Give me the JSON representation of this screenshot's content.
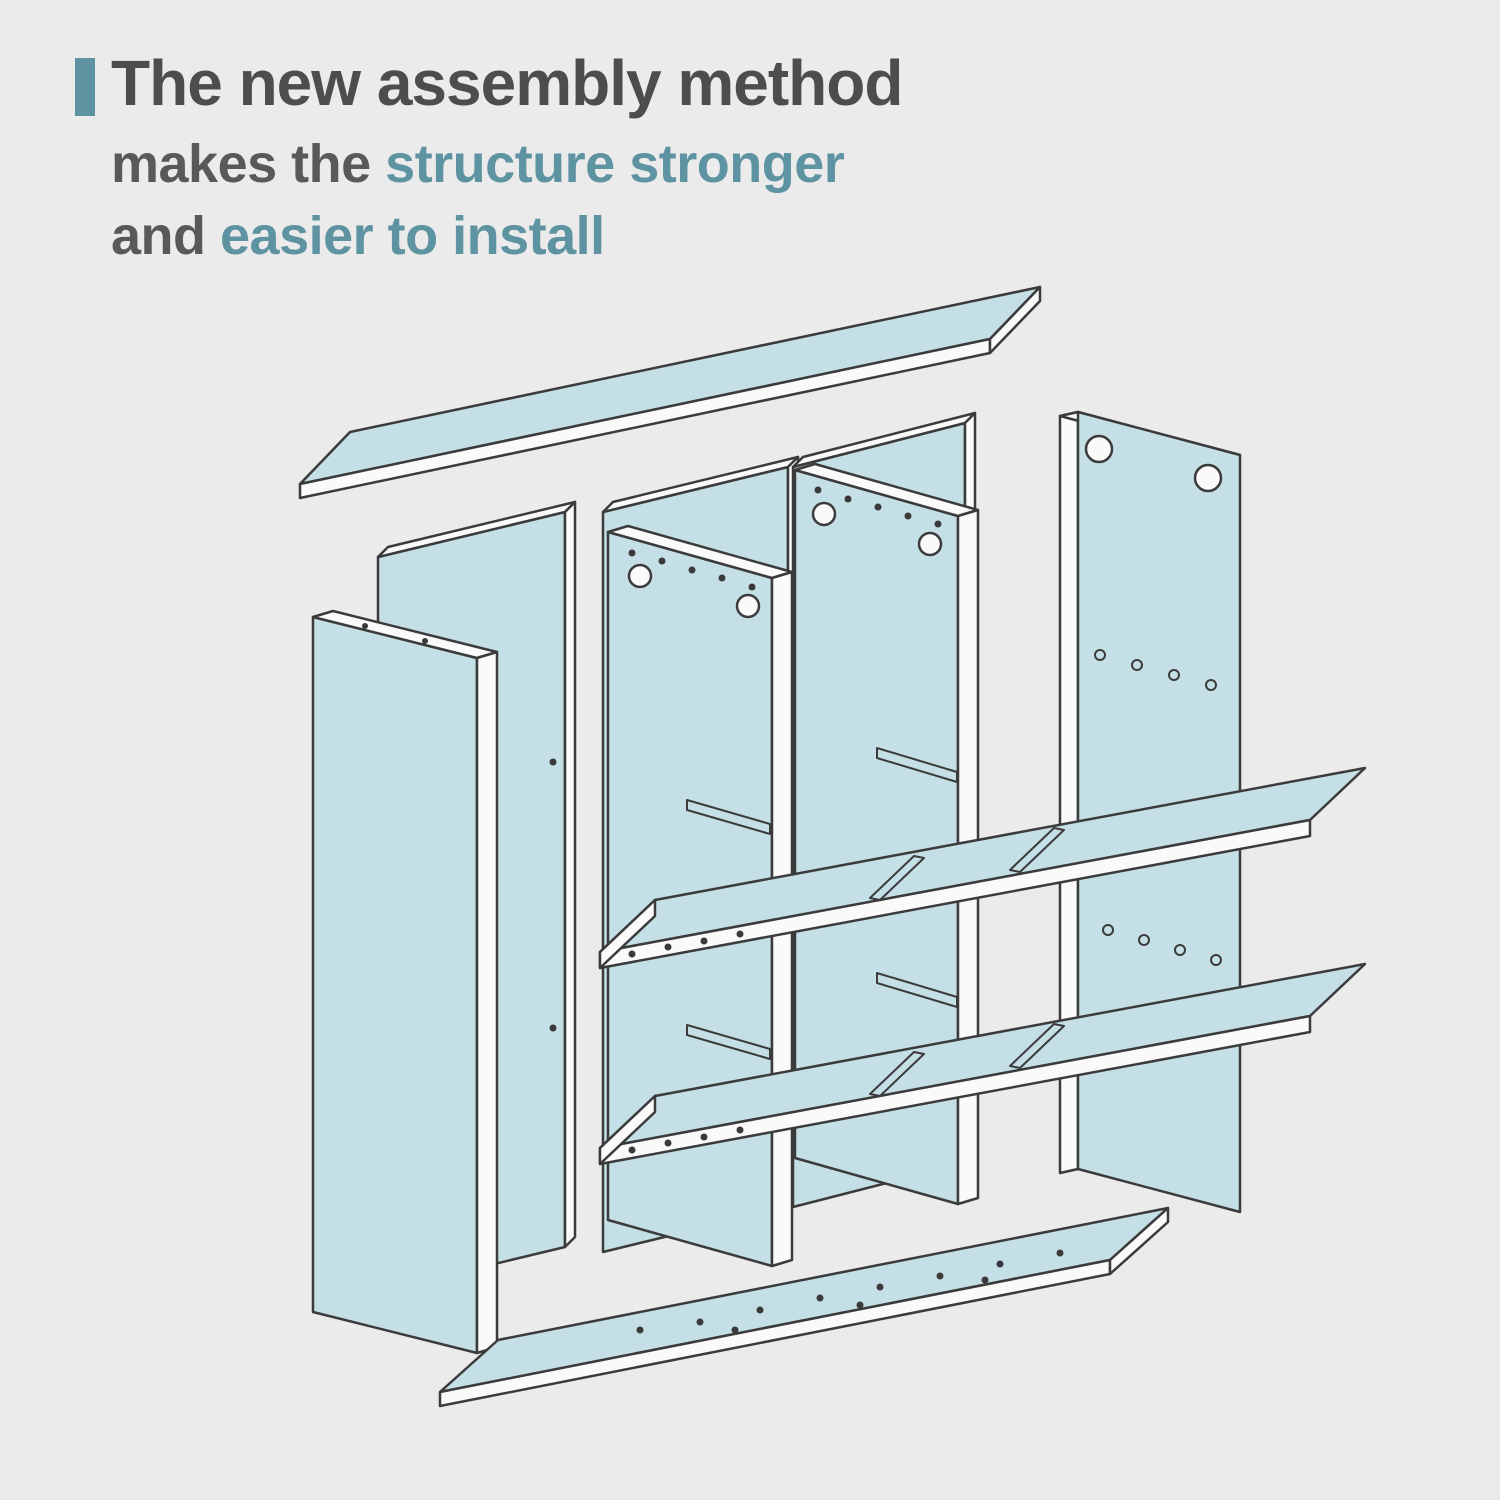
{
  "header": {
    "title": "The new assembly method",
    "line2": {
      "prefix": "makes the ",
      "highlight": "structure stronger"
    },
    "line3": {
      "prefix": "and ",
      "highlight": "easier to install"
    }
  },
  "colors": {
    "background": "#ebebeb",
    "accent_teal": "#5e93a2",
    "title_gray": "#4d4d4d",
    "body_gray": "#595959",
    "panel_fill": "#c5dfe7",
    "panel_stroke": "#3b3b3b",
    "panel_edge": "#fafafa"
  },
  "diagram": {
    "type": "exploded-view",
    "subject": "bookshelf panel assembly",
    "parts": [
      "top panel",
      "back panel left",
      "back panel middle",
      "back panel right",
      "right side panel with mounting holes",
      "left side panel",
      "vertical divider with keyholes 1",
      "vertical divider with keyholes 2",
      "upper shelf with slots",
      "lower shelf with slots",
      "bottom panel with screw holes"
    ]
  }
}
